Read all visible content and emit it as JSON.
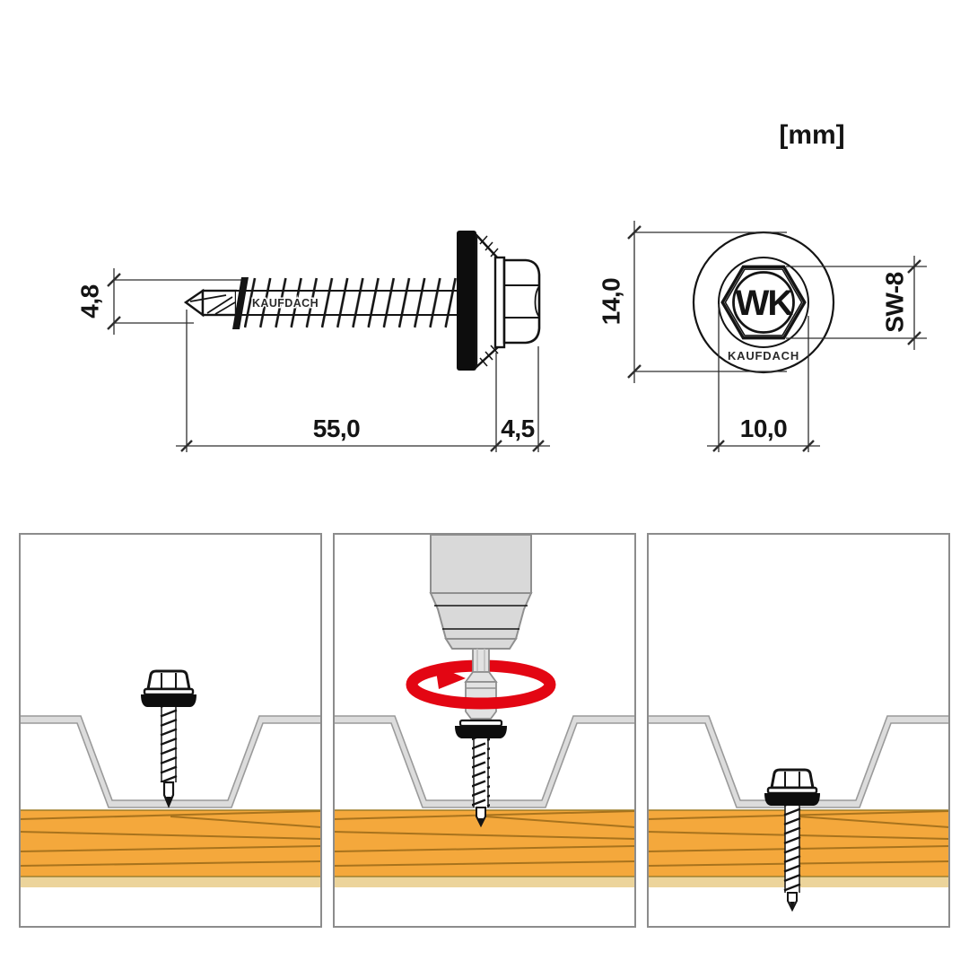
{
  "unit_label": "[mm]",
  "side_view": {
    "thread_diameter": "4,8",
    "thread_length": "55,0",
    "head_height": "4,5",
    "brand_on_shaft": "KAUFDACH"
  },
  "top_view": {
    "washer_outer_diameter": "14,0",
    "wrench_size": "SW-8",
    "flange_diameter": "10,0",
    "logo": "WK",
    "brand": "KAUFDACH"
  },
  "installation_steps": {
    "count": 3
  },
  "colors": {
    "ink": "#141414",
    "dim": "#2e2e2e",
    "washer": "#0d0d0d",
    "wood": "#F4A83C",
    "wood_grain": "#A8731D",
    "wood_edge": "#9B7B25",
    "wood_light": "#ECD49B",
    "metal": "#DCDCDC",
    "metal_edge": "#9A9A9A",
    "drill": "#D9D9D9",
    "drill_edge": "#8F8F8F",
    "red": "#E30613",
    "frame": "#8C8C8C"
  }
}
